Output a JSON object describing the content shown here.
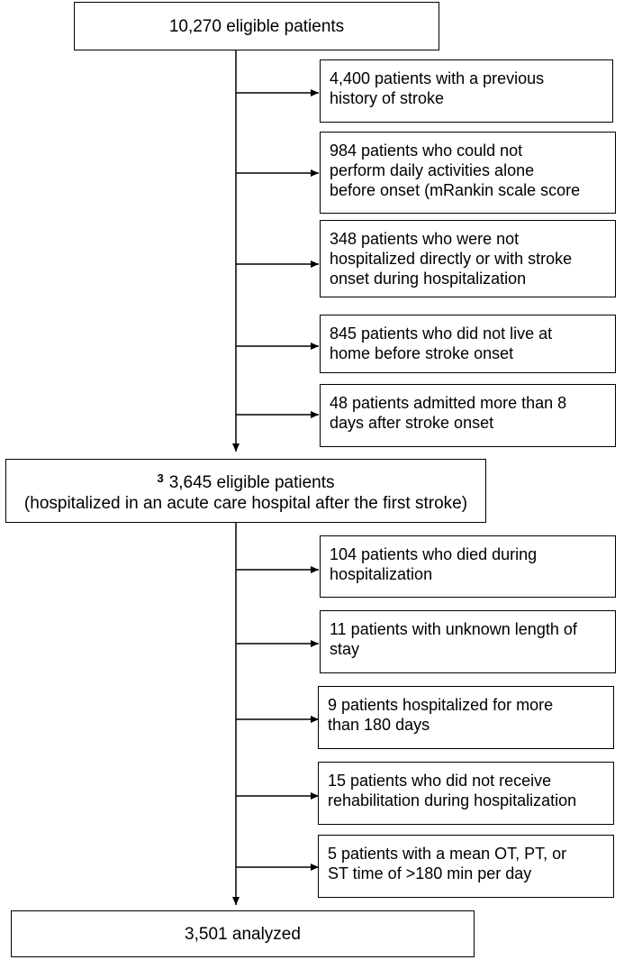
{
  "flow": {
    "top": "10,270 eligible patients",
    "middle_superscript": "3",
    "middle_line1": "3,645 eligible patients",
    "middle_line2": "(hospitalized in an acute care hospital after the first stroke)",
    "bottom": "3,501 analyzed"
  },
  "exclusions_1": [
    "4,400 patients with a previous\nhistory of stroke",
    "984 patients who could not\nperform daily activities alone\nbefore onset (mRankin scale score",
    "348 patients who were not\nhospitalized directly or with stroke\nonset during hospitalization",
    "845 patients who did not live at\nhome before stroke onset",
    "48 patients admitted more than 8\ndays after stroke onset"
  ],
  "exclusions_2": [
    "104 patients who died during\nhospitalization",
    "11 patients with unknown length of\nstay",
    "9 patients hospitalized for more\nthan 180 days",
    "15 patients who did not receive\nrehabilitation during hospitalization",
    "5 patients with a mean OT, PT, or\nST time of >180 min per day"
  ]
}
